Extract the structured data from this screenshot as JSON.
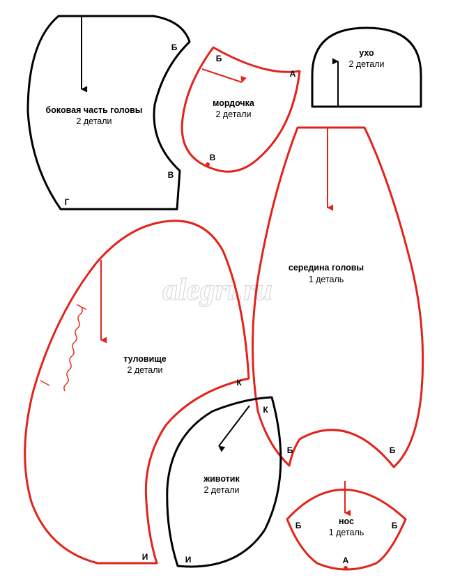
{
  "colors": {
    "black_outline": "#000000",
    "red_outline": "#e2231a"
  },
  "watermark": "alegri.ru",
  "pieces": {
    "side_head": {
      "name": "боковая часть головы",
      "count": "2 детали",
      "marks": [
        "Б",
        "В",
        "Г"
      ],
      "outline": "black"
    },
    "muzzle": {
      "name": "мордочка",
      "count": "2 детали",
      "marks": [
        "Б",
        "А",
        "В"
      ],
      "outline": "red"
    },
    "ear": {
      "name": "ухо",
      "count": "2 детали",
      "outline": "black"
    },
    "head_center": {
      "name": "середина головы",
      "count": "1 деталь",
      "marks": [
        "Б",
        "Б"
      ],
      "outline": "red"
    },
    "body": {
      "name": "туловище",
      "count": "2 детали",
      "marks": [
        "К",
        "И"
      ],
      "outline": "red"
    },
    "belly": {
      "name": "животик",
      "count": "2 детали",
      "marks": [
        "К",
        "И"
      ],
      "outline": "black"
    },
    "nose": {
      "name": "нос",
      "count": "1 деталь",
      "marks": [
        "Б",
        "Б",
        "А"
      ],
      "outline": "red"
    }
  }
}
